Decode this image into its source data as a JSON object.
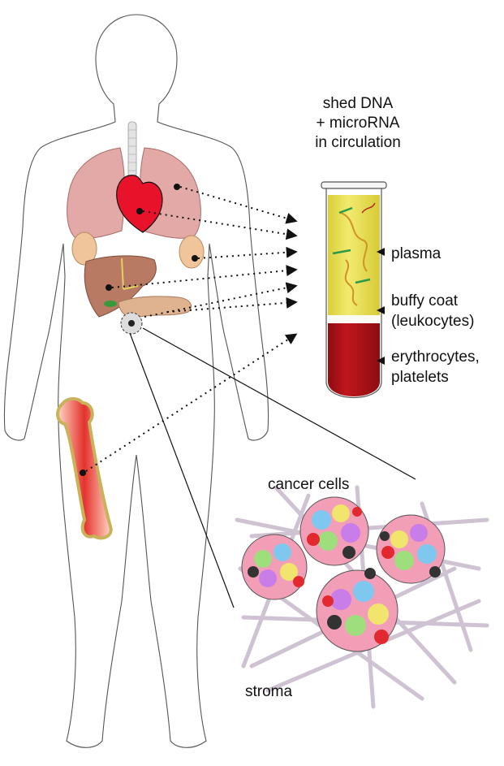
{
  "heading": {
    "line1": "shed DNA",
    "line2": "+ microRNA",
    "line3": "in circulation"
  },
  "tube_labels": {
    "plasma": "plasma",
    "buffy_line1": "buffy coat",
    "buffy_line2": "(leukocytes)",
    "ery_line1": "erythrocytes,",
    "ery_line2": "platelets"
  },
  "tumor_labels": {
    "cancer_cells": "cancer cells",
    "stroma": "stroma"
  },
  "colors": {
    "lung": "#e3a9a6",
    "heart": "#e8132a",
    "liver": "#b87a63",
    "pancreas": "#e0b390",
    "kidney": "#f1c59b",
    "bone_edge": "#c9b25a",
    "bone_marrow": "#e4322d",
    "plasma": "#ece35a",
    "blood": "#b5141a",
    "stroma": "#d9cde0"
  }
}
